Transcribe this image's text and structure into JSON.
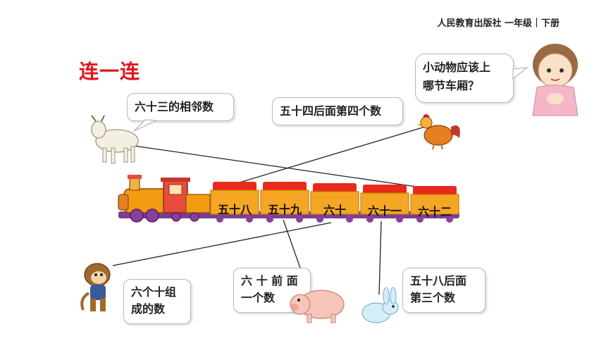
{
  "header": {
    "publisher": "人民教育出版社 一年级｜下册"
  },
  "title": "连一连",
  "girl_bubble": {
    "line1": "小动物应该上",
    "line2": "哪节车厢？"
  },
  "animals": {
    "goat": {
      "clue": "六十三的相邻数"
    },
    "rooster": {
      "clue": "五十四后面第四个数"
    },
    "monkey": {
      "line1": "六个十组",
      "line2": "成的数"
    },
    "pig": {
      "line1": "六 十 前 面",
      "line2": "一个数"
    },
    "rabbit": {
      "line1": "五十八后面",
      "line2": "第三个数"
    }
  },
  "train": {
    "cars": [
      "五十八",
      "五十九",
      "六十",
      "六十一",
      "六十二"
    ],
    "colors": {
      "roof": "#e8291c",
      "body": "#f5a623",
      "wheel": "#8a3fa0"
    }
  }
}
